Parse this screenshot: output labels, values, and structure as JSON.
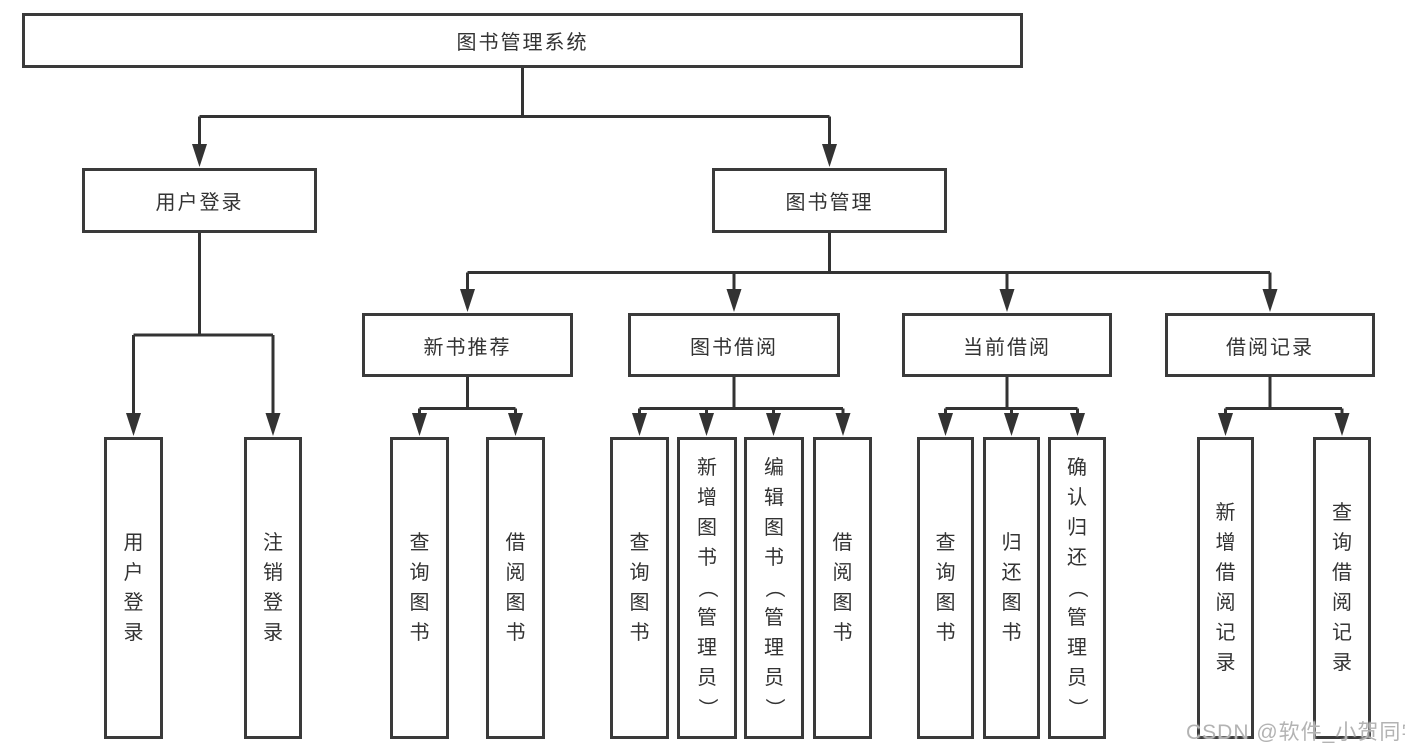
{
  "diagram": {
    "root": {
      "label": "图书管理系统"
    },
    "level1": [
      {
        "label": "用户登录",
        "children": [
          {
            "label": "用户登录"
          },
          {
            "label": "注销登录"
          }
        ]
      },
      {
        "label": "图书管理",
        "children": [
          {
            "label": "新书推荐",
            "children": [
              {
                "label": "查询图书"
              },
              {
                "label": "借阅图书"
              }
            ]
          },
          {
            "label": "图书借阅",
            "children": [
              {
                "label": "查询图书"
              },
              {
                "label": "新增图书（管理员）"
              },
              {
                "label": "编辑图书（管理员）"
              },
              {
                "label": "借阅图书"
              }
            ]
          },
          {
            "label": "当前借阅",
            "children": [
              {
                "label": "查询图书"
              },
              {
                "label": "归还图书"
              },
              {
                "label": "确认归还（管理员）"
              }
            ]
          },
          {
            "label": "借阅记录",
            "children": [
              {
                "label": "新增借阅记录"
              },
              {
                "label": "查询借阅记录"
              }
            ]
          }
        ]
      }
    ]
  },
  "watermark": {
    "text": "CSDN @软件_小贺同学"
  },
  "colors": {
    "line": "#333333",
    "border": "#3a3a3a",
    "text": "#333333",
    "watermark": "#b3b3b3",
    "background": "#ffffff"
  }
}
